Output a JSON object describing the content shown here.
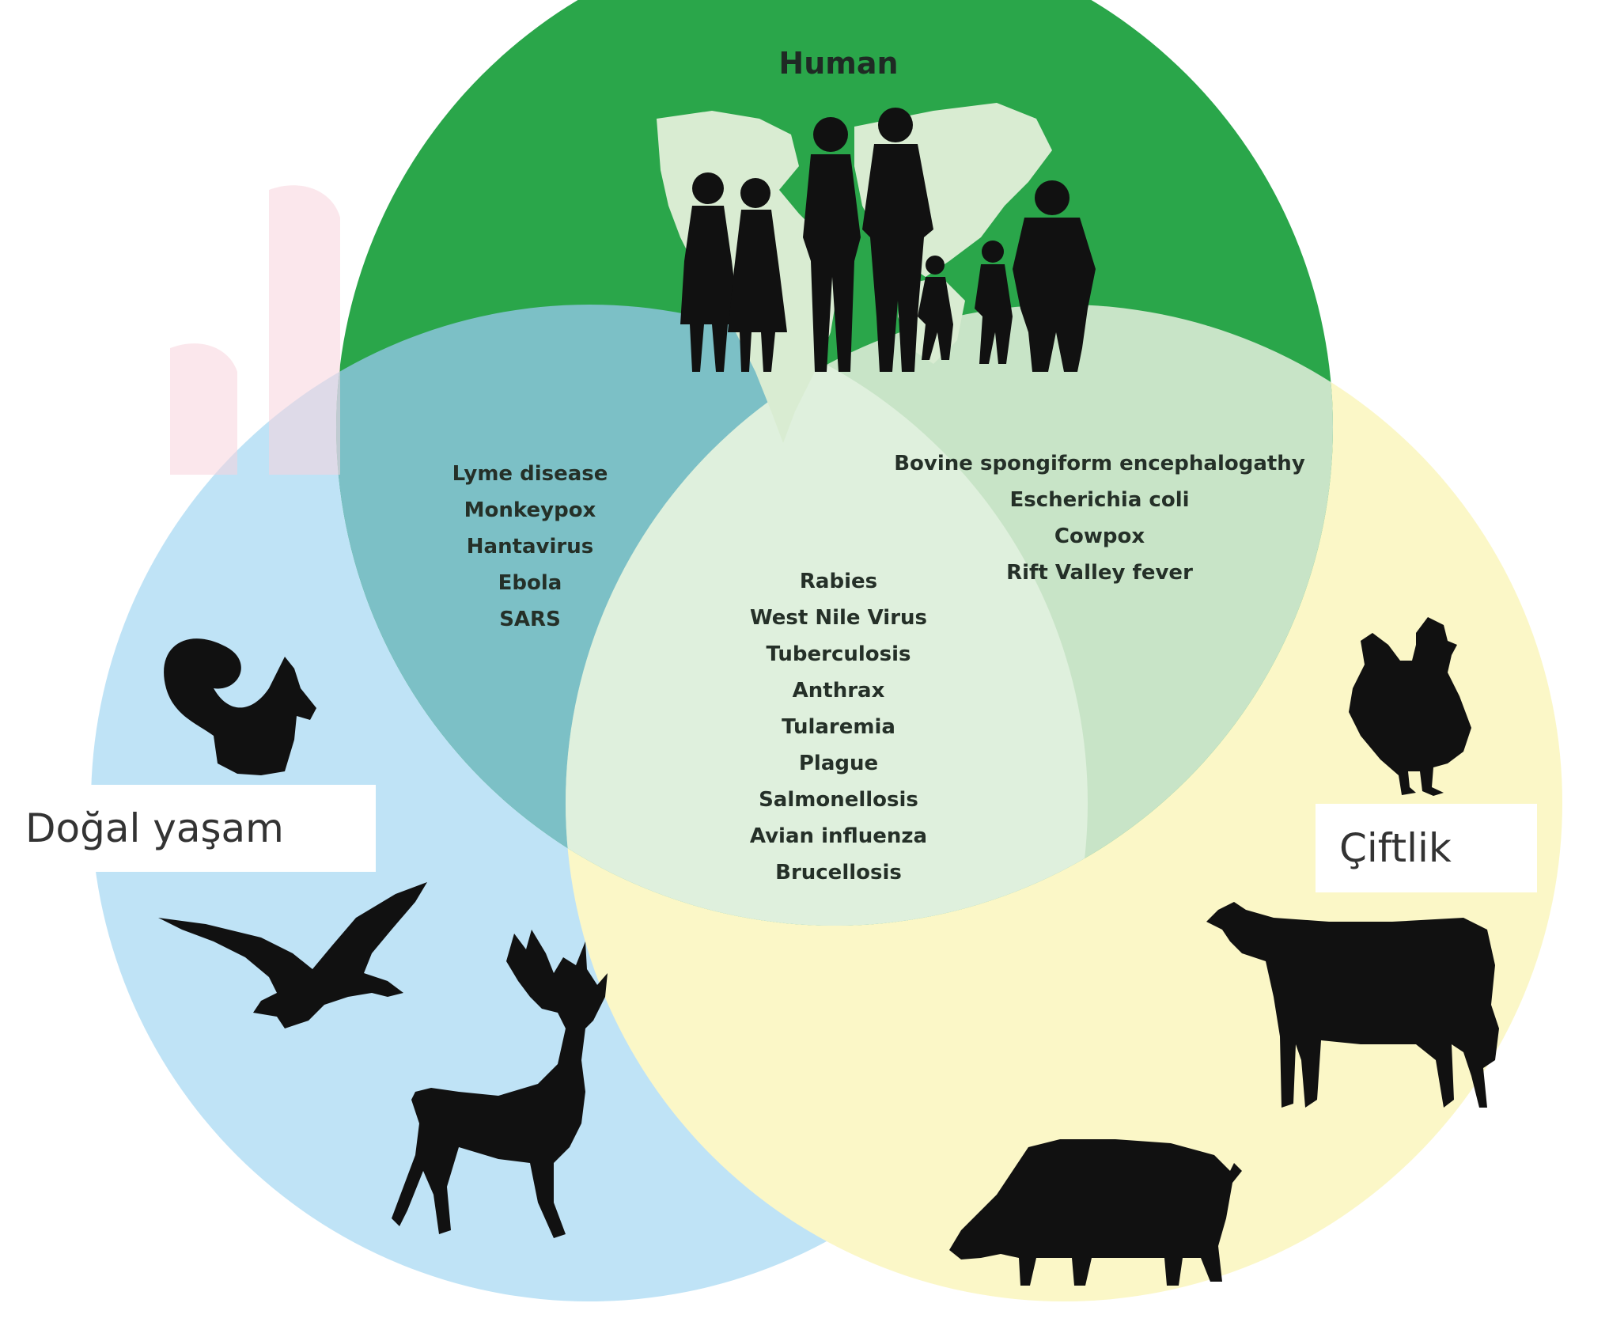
{
  "colors": {
    "human": "#2aa64a",
    "wildlife": "#bfe3f6",
    "farm": "#fbf7c7",
    "human_wildlife": "#7cc0c6",
    "human_farm": "#c8e4c7",
    "center": "#dff0dd",
    "silhouette": "#111111",
    "map": "#d9ecd2"
  },
  "icons": [
    "world-map-icon",
    "people-icon",
    "squirrel-icon",
    "bird-icon",
    "deer-icon",
    "rooster-icon",
    "cow-icon",
    "pig-icon"
  ],
  "human": {
    "title": "Human"
  },
  "wildlife": {
    "title": "Doğal yaşam"
  },
  "farm": {
    "title": "Çiftlik"
  },
  "human_wildlife": {
    "items": [
      "Lyme disease",
      "Monkeypox",
      "Hantavirus",
      "Ebola",
      "SARS"
    ]
  },
  "human_farm": {
    "items": [
      "Bovine spongiform encephalogathy",
      "Escherichia coli",
      "Cowpox",
      "Rift Valley fever"
    ]
  },
  "all_three": {
    "items": [
      "Rabies",
      "West Nile Virus",
      "Tuberculosis",
      "Anthrax",
      "Tularemia",
      "Plague",
      "Salmonellosis",
      "Avian influenza",
      "Brucellosis"
    ]
  }
}
